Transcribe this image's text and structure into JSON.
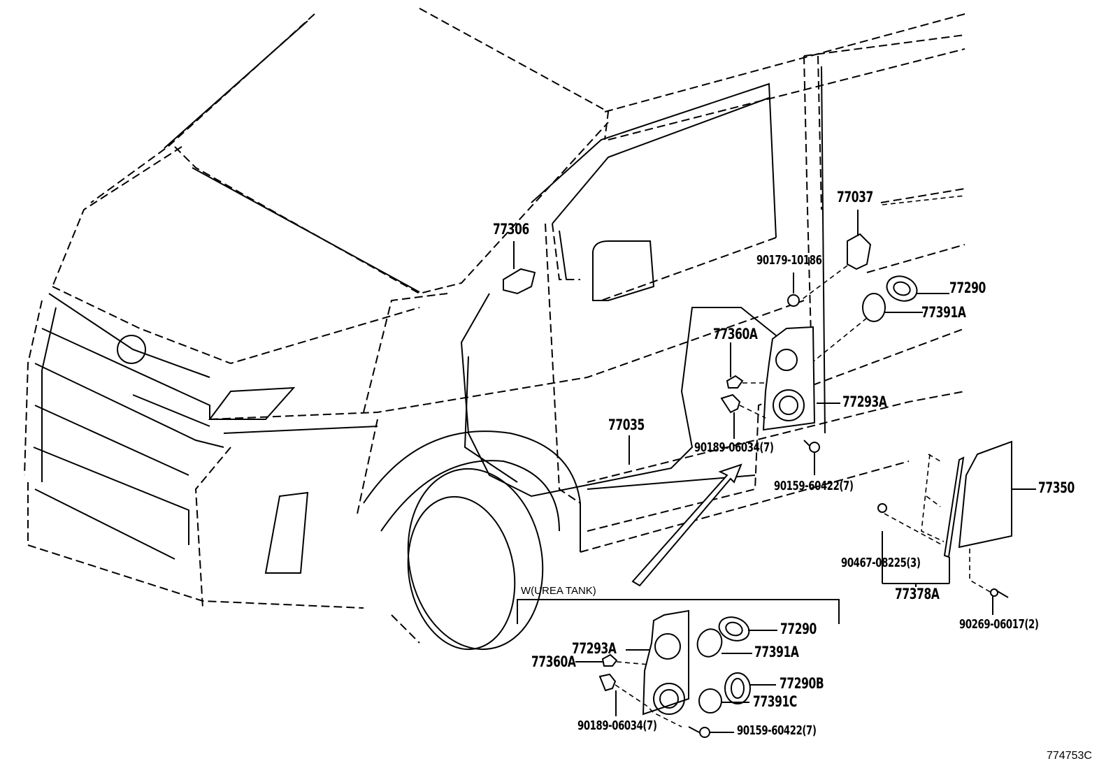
{
  "diagram": {
    "type": "exploded parts diagram",
    "subject": "Van front-left side with fuel/urea filler lid components",
    "reference_code": "774753C"
  },
  "callouts": {
    "p77306": "77306",
    "p77037": "77037",
    "p90179_10186": "90179-10186",
    "p77290": "77290",
    "p77391A": "77391A",
    "p77360A": "77360A",
    "p77293A": "77293A",
    "p77035": "77035",
    "p90189_06034": "90189-06034(7)",
    "p90159_60422": "90159-60422(7)",
    "p77350": "77350",
    "p90467_08225": "90467-08225(3)",
    "p77378A": "77378A",
    "p90269_06017": "90269-06017(2)"
  },
  "inset": {
    "caption": "W(UREA TANK)",
    "callouts": {
      "p77293A": "77293A",
      "p77360A": "77360A",
      "p77290": "77290",
      "p77391A": "77391A",
      "p77290B": "77290B",
      "p77391C": "77391C",
      "p90189_06034": "90189-06034(7)",
      "p90159_60422": "90159-60422(7)"
    }
  }
}
